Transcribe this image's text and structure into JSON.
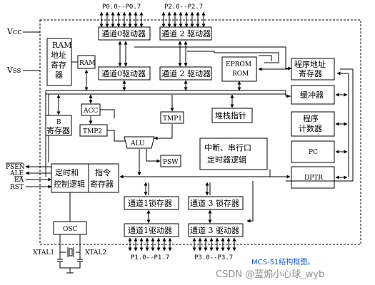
{
  "ports_top": {
    "p0": "P0.0--P0.7",
    "p2": "P2.0--P2.7"
  },
  "ports_bottom": {
    "p1": "P1.0--P1.7",
    "p3": "P3.0--P3.7"
  },
  "power": {
    "vcc": "Vcc",
    "vss": "Vss"
  },
  "control_pins": {
    "psen": "PSEN",
    "ale": "ALE",
    "ea": "EA",
    "rst": "RST"
  },
  "xtal": {
    "xtal1": "XTAL1",
    "xtal2": "XTAL2"
  },
  "blocks": {
    "p0_driver_top": "通道0驱动器",
    "p2_driver_top": "通道 2 驱动器",
    "p0_driver_mid": "通道0驱动器",
    "p2_driver_mid": "通道 2 驱动器",
    "ram_addr_1": "RAM",
    "ram_addr_2": "地址",
    "ram_addr_3": "寄存",
    "ram_addr_4": "器",
    "ram": "RAM",
    "eprom_1": "EPROM",
    "eprom_2": "ROM",
    "prog_addr_1": "程序地址",
    "prog_addr_2": "寄存器",
    "buffer": "缓冲器",
    "acc": "ACC",
    "b_reg_1": "B",
    "b_reg_2": "寄存器",
    "tmp1": "TMP1",
    "tmp2": "TMP2",
    "stack": "堆栈指针",
    "pc_incr_1": "程序",
    "pc_incr_2": "计数器",
    "alu": "ALU",
    "psw": "PSW",
    "interrupt_1": "中断、串行口",
    "interrupt_2": "定时器逻辑",
    "pc": "PC",
    "timing_1": "定时和",
    "timing_2": "控制逻辑",
    "instr_1": "指令",
    "instr_2": "寄存器",
    "dptr": "DPTR",
    "p1_latch": "通道1锁存器",
    "p3_latch": "通道 3 锁存器",
    "p1_driver": "通道1驱动器",
    "p3_driver": "通道 3 驱动器",
    "osc": "OSC"
  },
  "caption": "MCS-51结构框图。",
  "watermark": "CSDN @蓝煽小心球_wyb"
}
